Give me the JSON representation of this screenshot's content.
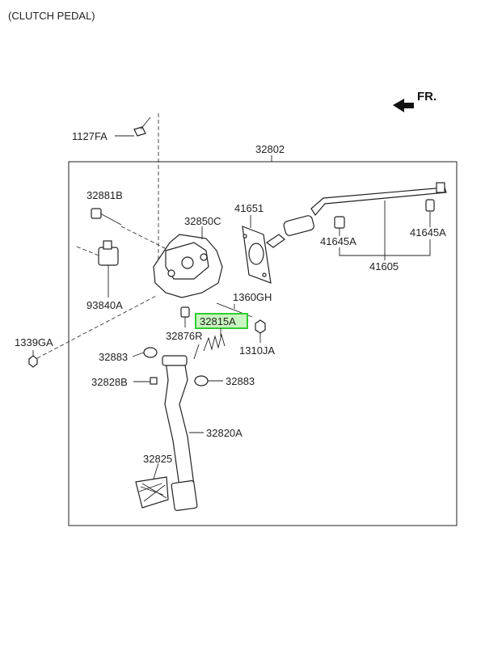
{
  "title": "(CLUTCH PEDAL)",
  "direction_label": "FR.",
  "highlight_color": "#33cc33",
  "highlight_fill": "#c8f5c0",
  "labels": {
    "p1127FA": "1127FA",
    "p32802": "32802",
    "p32881B": "32881B",
    "p32850C": "32850C",
    "p41651": "41651",
    "p41645A_left": "41645A",
    "p41645A_right": "41645A",
    "p41605": "41605",
    "p93840A": "93840A",
    "p1360GH": "1360GH",
    "p32815A": "32815A",
    "p32876R": "32876R",
    "p1339GA": "1339GA",
    "p1310JA": "1310JA",
    "p32883_left": "32883",
    "p32883_right": "32883",
    "p32828B": "32828B",
    "p32820A": "32820A",
    "p32825": "32825"
  }
}
